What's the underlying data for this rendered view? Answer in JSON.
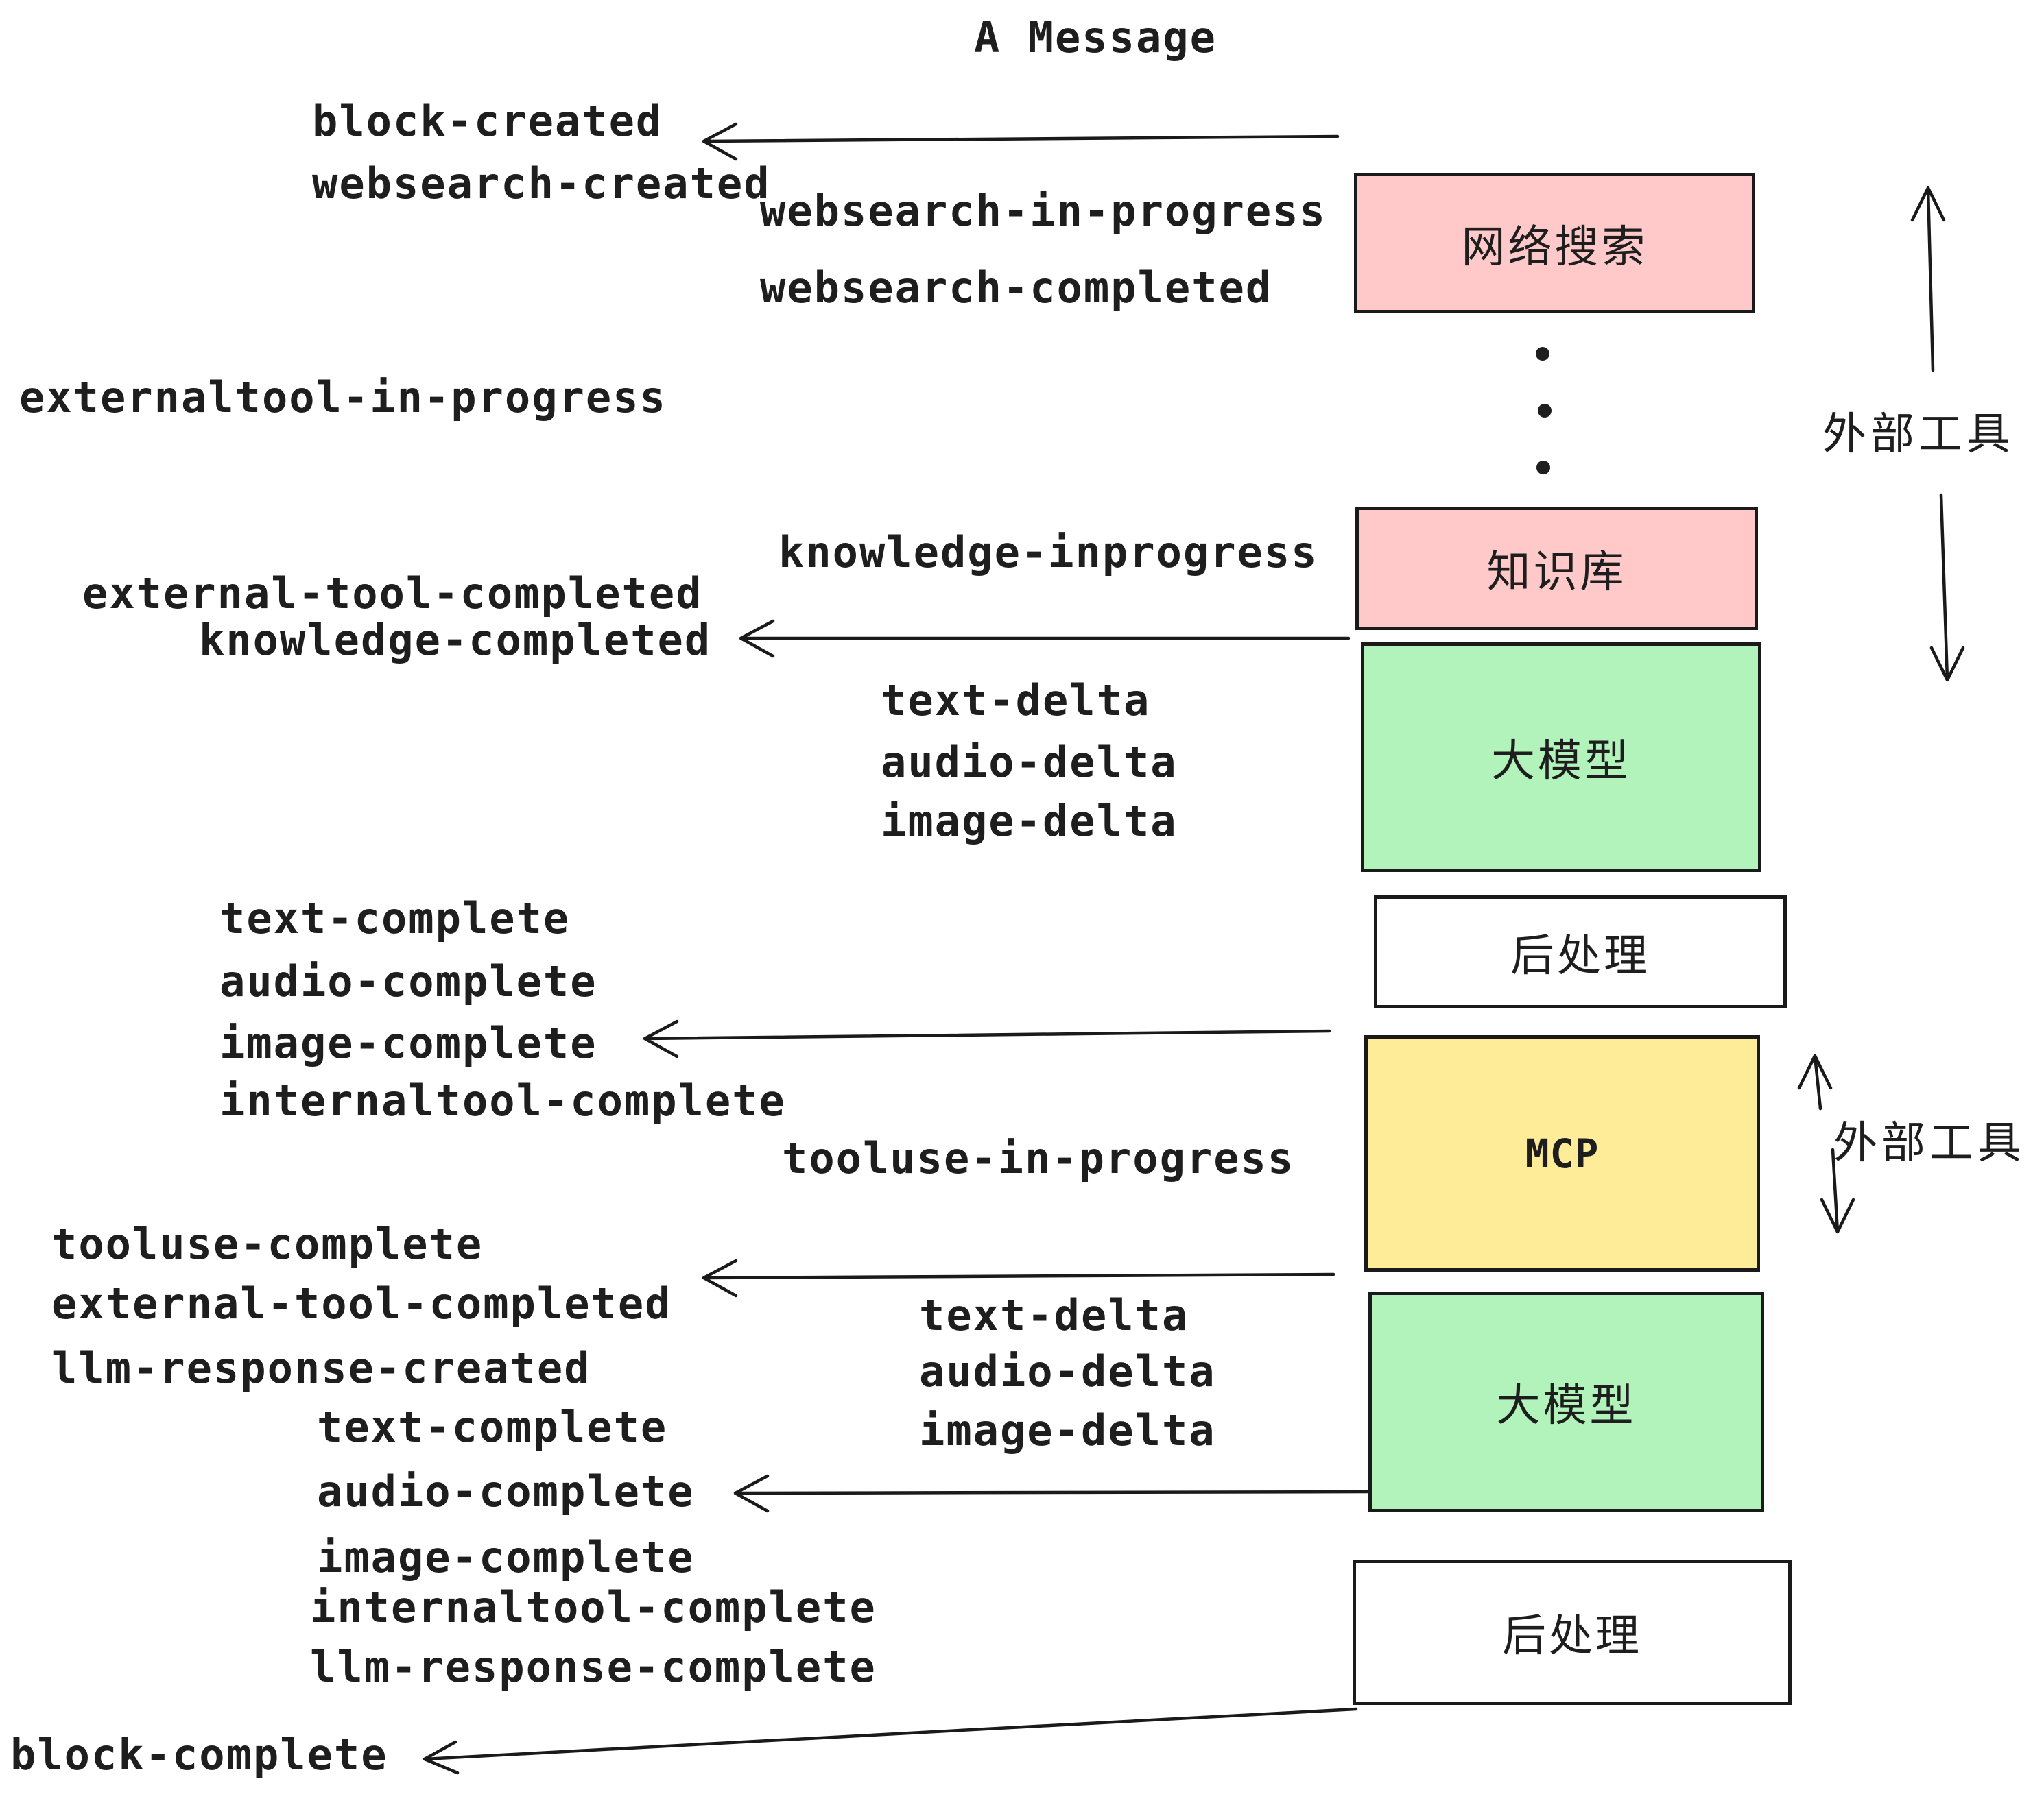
{
  "title": "A Message",
  "boxes": {
    "websearch": "网络搜索",
    "knowledge": "知识库",
    "llm1": "大模型",
    "post1": "后处理",
    "mcp": "MCP",
    "llm2": "大模型",
    "post2": "后处理"
  },
  "annotations": {
    "external_tools_top": "外部工具",
    "external_tools_mcp": "外部工具"
  },
  "events": {
    "block_created": "block-created",
    "websearch_created": "websearch-created",
    "websearch_in_progress": "websearch-in-progress",
    "websearch_completed": "websearch-completed",
    "externaltool_in_progress": "externaltool-in-progress",
    "knowledge_inprogress": "knowledge-inprogress",
    "external_tool_completed_1": "external-tool-completed",
    "knowledge_completed": "knowledge-completed",
    "text_delta_1": "text-delta",
    "audio_delta_1": "audio-delta",
    "image_delta_1": "image-delta",
    "text_complete_1": "text-complete",
    "audio_complete_1": "audio-complete",
    "image_complete_1": "image-complete",
    "internaltool_complete_1": "internaltool-complete",
    "tooluse_in_progress": "tooluse-in-progress",
    "tooluse_complete": "tooluse-complete",
    "external_tool_completed_2": "external-tool-completed",
    "llm_response_created": "llm-response-created",
    "text_delta_2": "text-delta",
    "audio_delta_2": "audio-delta",
    "image_delta_2": "image-delta",
    "text_complete_2": "text-complete",
    "audio_complete_2": "audio-complete",
    "image_complete_2": "image-complete",
    "internaltool_complete_2": "internaltool-complete",
    "llm_response_complete": "llm-response-complete",
    "block_complete": "block-complete"
  },
  "colors": {
    "external_tool_box": "#ffc9c9",
    "llm_box": "#b2f2bb",
    "mcp_box": "#ffec99",
    "post_process_box": "#ffffff",
    "stroke": "#1a1a1a",
    "text": "#1e1e1e",
    "background": "#ffffff"
  }
}
